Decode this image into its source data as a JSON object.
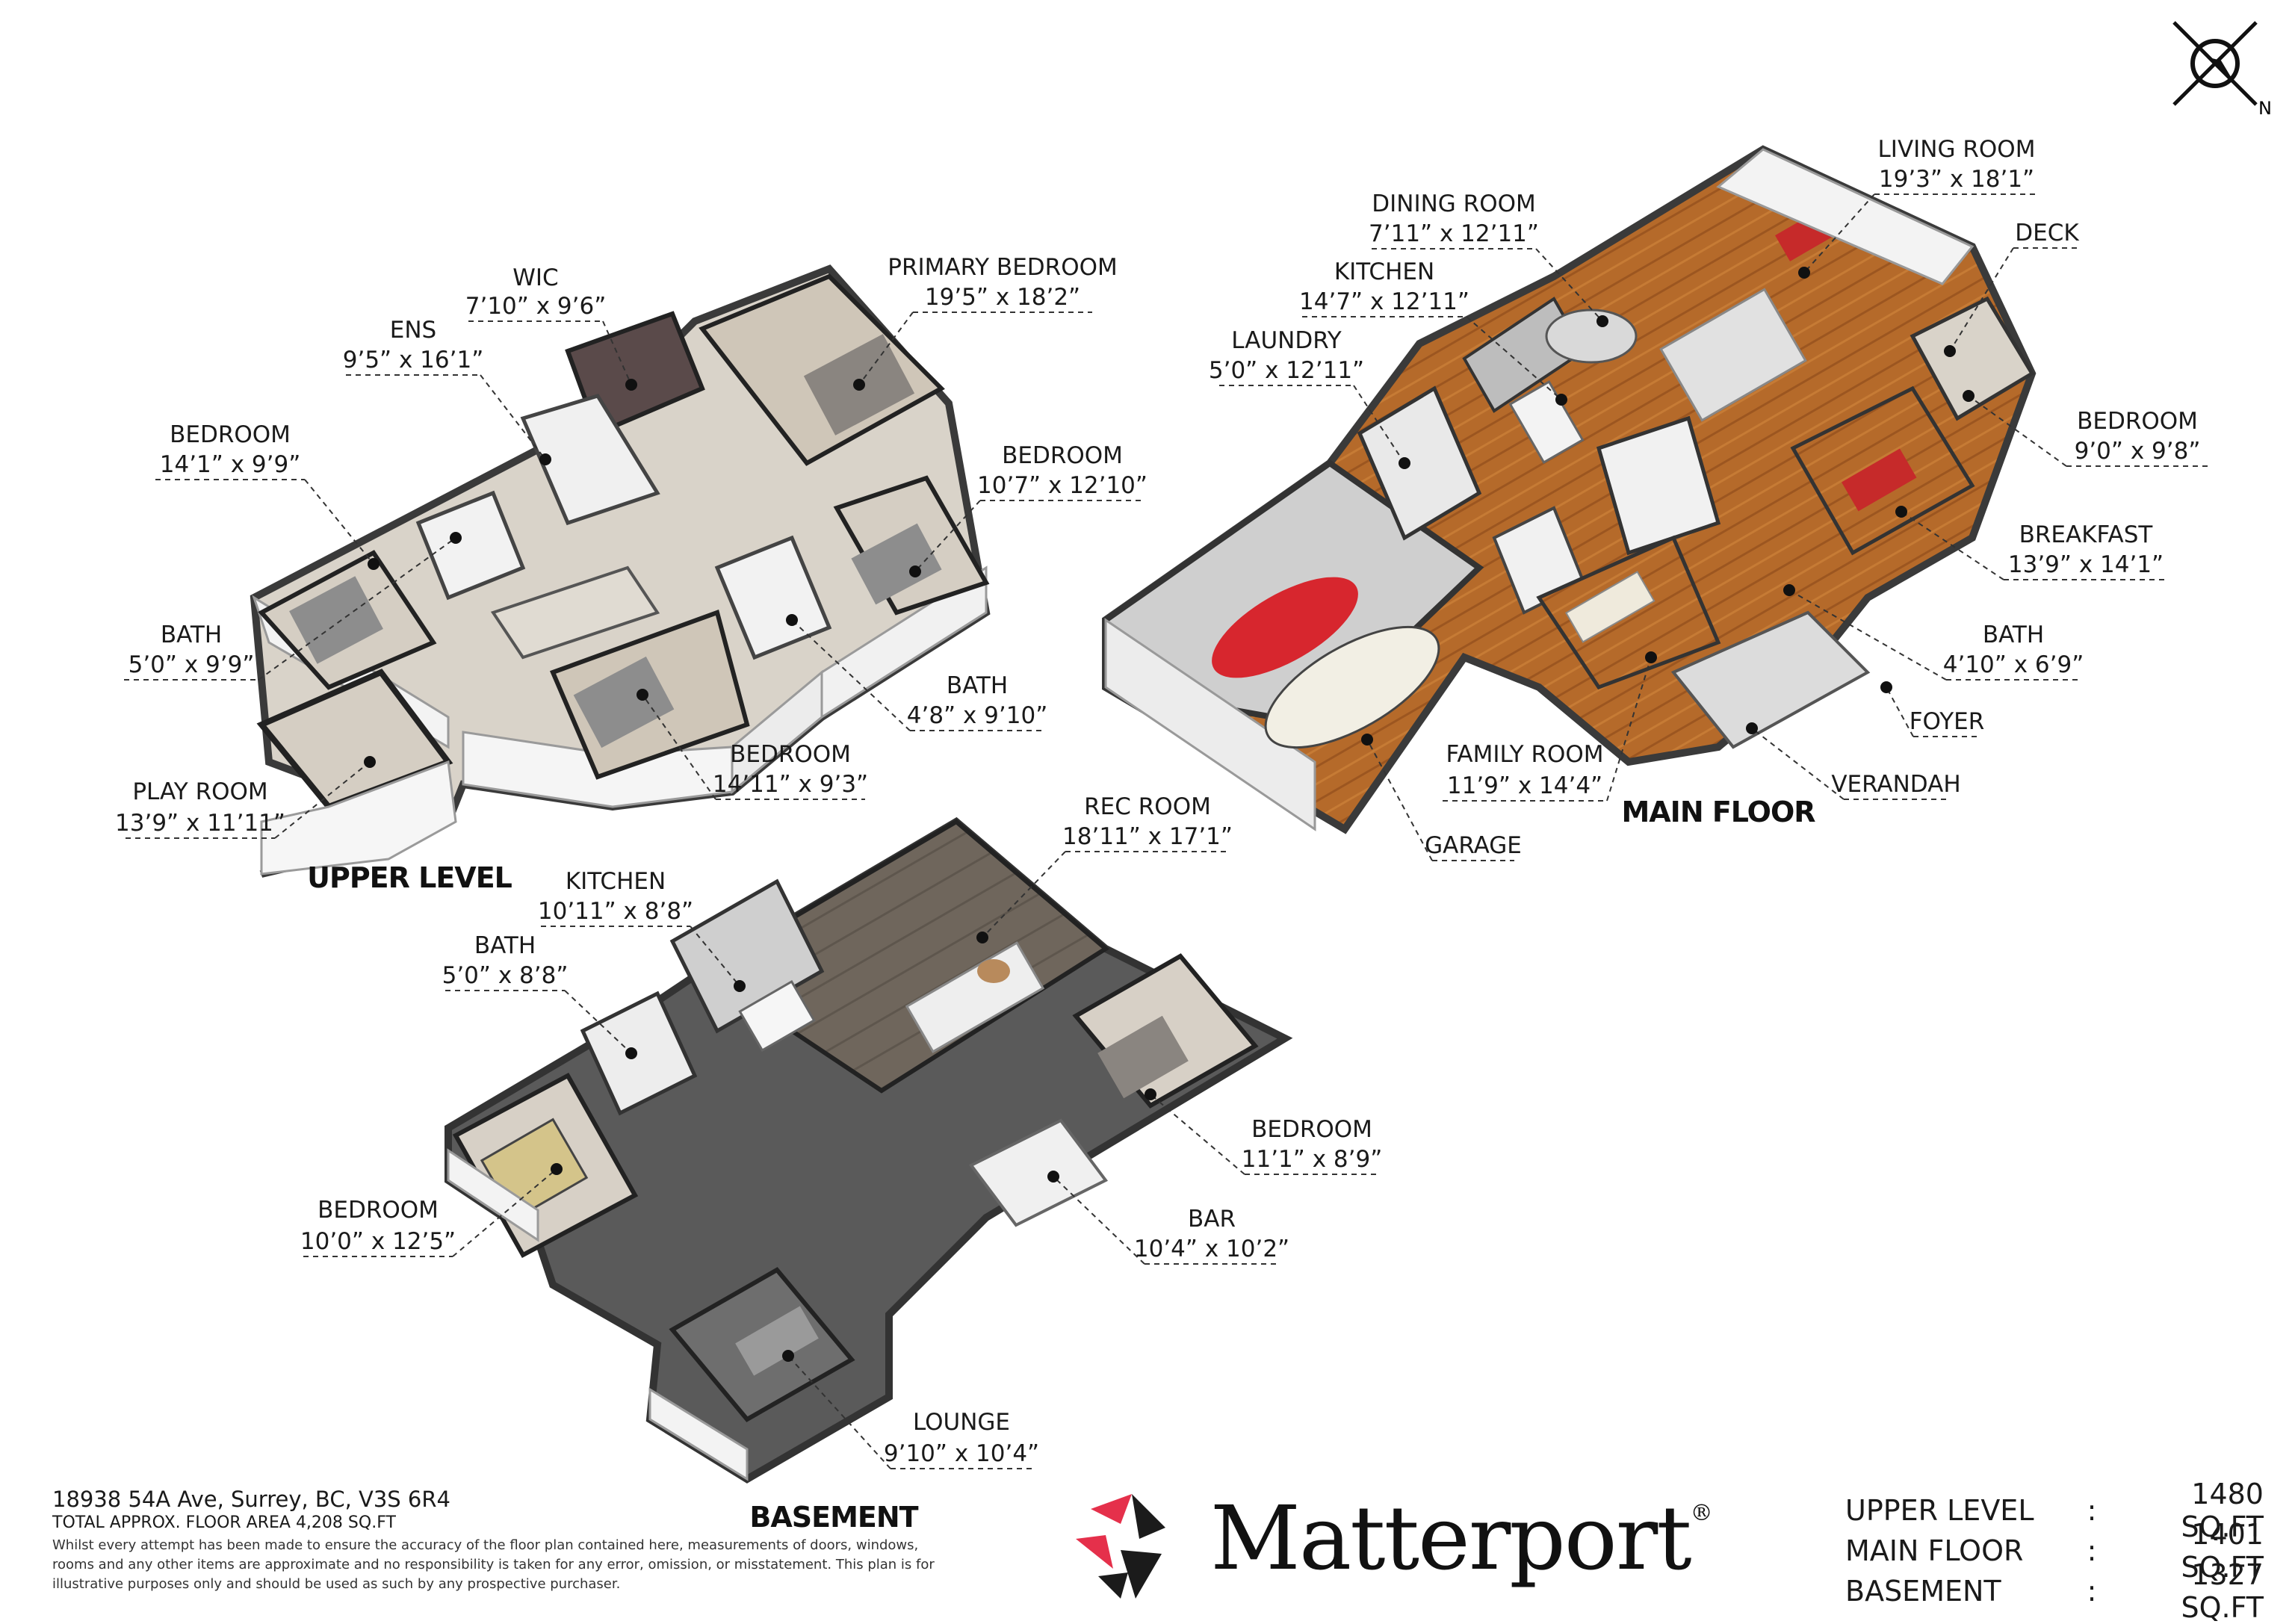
{
  "compass": {
    "label": "N",
    "icon": "compass-icon"
  },
  "levels": {
    "upper": {
      "title": "UPPER LEVEL"
    },
    "main": {
      "title": "MAIN FLOOR"
    },
    "basement": {
      "title": "BASEMENT"
    }
  },
  "rooms": {
    "wic": {
      "name": "WIC",
      "dim": "7’10” x 9’6”"
    },
    "primary_bedroom": {
      "name": "PRIMARY BEDROOM",
      "dim": "19’5” x 18’2”"
    },
    "ens": {
      "name": "ENS",
      "dim": "9’5” x 16’1”"
    },
    "upper_bedroom_1": {
      "name": "BEDROOM",
      "dim": "14’1” x 9’9”"
    },
    "upper_bedroom_2": {
      "name": "BEDROOM",
      "dim": "10’7” x 12’10”"
    },
    "upper_bath_1": {
      "name": "BATH",
      "dim": "5’0” x 9’9”"
    },
    "upper_bath_2": {
      "name": "BATH",
      "dim": "4’8” x 9’10”"
    },
    "upper_bedroom_3": {
      "name": "BEDROOM",
      "dim": "14’11” x 9’3”"
    },
    "play_room": {
      "name": "PLAY ROOM",
      "dim": "13’9” x 11’11”"
    },
    "living_room": {
      "name": "LIVING ROOM",
      "dim": "19’3” x 18’1”"
    },
    "dining_room": {
      "name": "DINING ROOM",
      "dim": "7’11” x 12’11”"
    },
    "deck": {
      "name": "DECK",
      "dim": ""
    },
    "main_kitchen": {
      "name": "KITCHEN",
      "dim": "14’7” x 12’11”"
    },
    "laundry": {
      "name": "LAUNDRY",
      "dim": "5’0” x 12’11”"
    },
    "main_bedroom": {
      "name": "BEDROOM",
      "dim": "9’0” x 9’8”"
    },
    "breakfast": {
      "name": "BREAKFAST",
      "dim": "13’9” x 14’1”"
    },
    "main_bath": {
      "name": "BATH",
      "dim": "4’10” x 6’9”"
    },
    "foyer": {
      "name": "FOYER",
      "dim": ""
    },
    "family_room": {
      "name": "FAMILY ROOM",
      "dim": "11’9” x 14’4”"
    },
    "verandah": {
      "name": "VERANDAH",
      "dim": ""
    },
    "garage": {
      "name": "GARAGE",
      "dim": ""
    },
    "rec_room": {
      "name": "REC ROOM",
      "dim": "18’11” x 17’1”"
    },
    "bsmt_kitchen": {
      "name": "KITCHEN",
      "dim": "10’11” x 8’8”"
    },
    "bsmt_bath": {
      "name": "BATH",
      "dim": "5’0” x 8’8”"
    },
    "bsmt_bedroom_1": {
      "name": "BEDROOM",
      "dim": "11’1” x 8’9”"
    },
    "bsmt_bedroom_2": {
      "name": "BEDROOM",
      "dim": "10’0” x 12’5”"
    },
    "bar": {
      "name": "BAR",
      "dim": "10’4” x 10’2”"
    },
    "lounge": {
      "name": "LOUNGE",
      "dim": "9’10” x 10’4”"
    }
  },
  "footer": {
    "address": "18938 54A Ave, Surrey, BC, V3S 6R4",
    "total": "TOTAL APPROX. FLOOR AREA 4,208 SQ.FT",
    "disclaimer": "Whilst every attempt has been made to ensure the accuracy of the floor plan contained here, measurements of doors, windows, rooms and any other items are approximate and no responsibility is taken for any error, omission, or misstatement. This plan is for illustrative purposes only and should be used as such by any prospective purchaser."
  },
  "brand": {
    "name": "Matterport",
    "reg": "®",
    "colors": {
      "red": "#e5304b",
      "dark": "#1b1b1b"
    }
  },
  "areas": [
    {
      "level": "UPPER LEVEL",
      "sep": ":",
      "value": "1480 SQ.FT"
    },
    {
      "level": "MAIN FLOOR",
      "sep": ":",
      "value": "1401 SQ.FT"
    },
    {
      "level": "BASEMENT",
      "sep": ":",
      "value": "1327 SQ.FT"
    }
  ]
}
